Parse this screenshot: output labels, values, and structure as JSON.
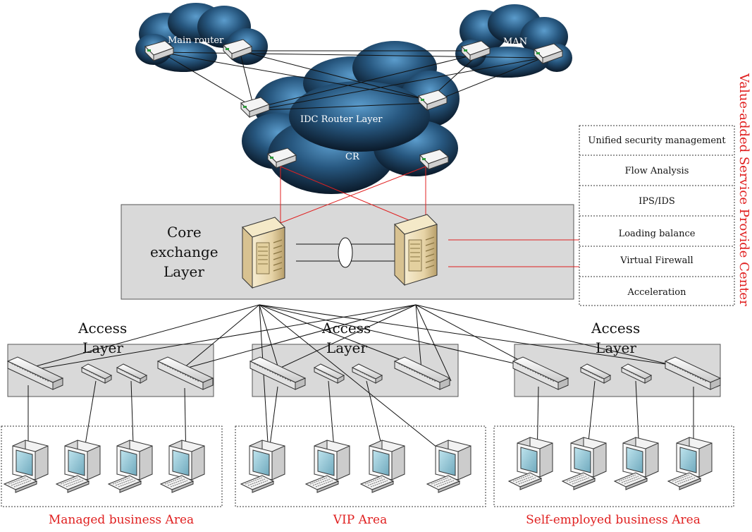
{
  "labels": {
    "main_router": "Main router",
    "man": "MAN",
    "idc_router_layer": "IDC Router Layer",
    "cr": "CR",
    "core_exchange": [
      "Core",
      "exchange",
      "Layer"
    ],
    "access_layer": [
      "Access",
      "Layer"
    ],
    "areas": [
      "Managed business Area",
      "VIP Area",
      "Self-employed business Area"
    ],
    "value_added_center": "Value-added Service Provide Center"
  },
  "services": [
    "Unified security management",
    "Flow Analysis",
    "IPS/IDS",
    "Loading balance",
    "Virtual Firewall",
    "Acceleration"
  ],
  "colors": {
    "cloud_dark": "#0b1a2c",
    "cloud_mid": "#2b5f8a",
    "cloud_light": "#5a98c8",
    "panel_fill": "#d9d9d9",
    "red_link": "#e02020",
    "server_fill": "#efe2bf"
  }
}
